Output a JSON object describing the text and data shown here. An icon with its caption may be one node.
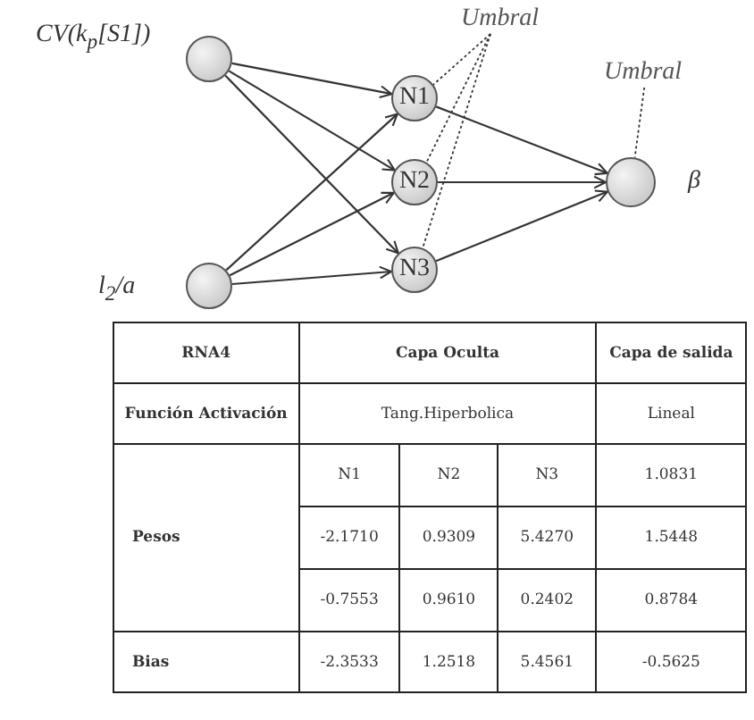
{
  "diagram": {
    "nodes": [
      {
        "text": [],
        "shape": "circle",
        "beside": [
          "CV(k$_{p}$[S1])"
        ]
      },
      {
        "text": [],
        "shape": "circle",
        "beside": [
          "l$_{2}$/a"
        ]
      },
      {
        "text": [
          "N1"
        ]
      },
      {
        "text": [
          "N2"
        ]
      },
      {
        "text": [
          "N3"
        ]
      },
      {
        "text": [],
        "shape": "circle",
        "beside": [
          "β"
        ]
      },
      {
        "text": [
          "Umbral"
        ]
      },
      {
        "text": [
          "Umbral"
        ]
      }
    ],
    "edges": [
      {
        "from": 0,
        "to": 2,
        "arrow": "to"
      },
      {
        "from": 0,
        "to": 3,
        "arrow": "to"
      },
      {
        "from": 0,
        "to": 4,
        "arrow": "to"
      },
      {
        "from": 1,
        "to": 2,
        "arrow": "to"
      },
      {
        "from": 1,
        "to": 3,
        "arrow": "to"
      },
      {
        "from": 1,
        "to": 4,
        "arrow": "to"
      },
      {
        "from": 2,
        "to": 5,
        "arrow": "to"
      },
      {
        "from": 3,
        "to": 5,
        "arrow": "to"
      },
      {
        "from": 4,
        "to": 5,
        "arrow": "to"
      },
      {
        "from": 6,
        "to": 2,
        "arrow": "none",
        "style": "dashed"
      },
      {
        "from": 6,
        "to": 3,
        "arrow": "none",
        "style": "dashed"
      },
      {
        "from": 6,
        "to": 4,
        "arrow": "none",
        "style": "dashed"
      },
      {
        "from": 7,
        "to": 5,
        "arrow": "none",
        "style": "dashed"
      }
    ],
    "labels": [
      "RNA4",
      "Capa Oculta",
      "Capa de salida",
      "Función Activación",
      "Tang.Hiperbolica",
      "Lineal",
      "Pesos",
      "N1",
      "N2",
      "N3",
      "1.0831",
      "-2.1710",
      "0.9309",
      "5.4270",
      "1.5448",
      "-0.7553",
      "0.9610",
      "0.2402",
      "0.8784",
      "Bias",
      "-2.3533",
      "1.2518",
      "5.4561",
      "-0.5625"
    ]
  }
}
